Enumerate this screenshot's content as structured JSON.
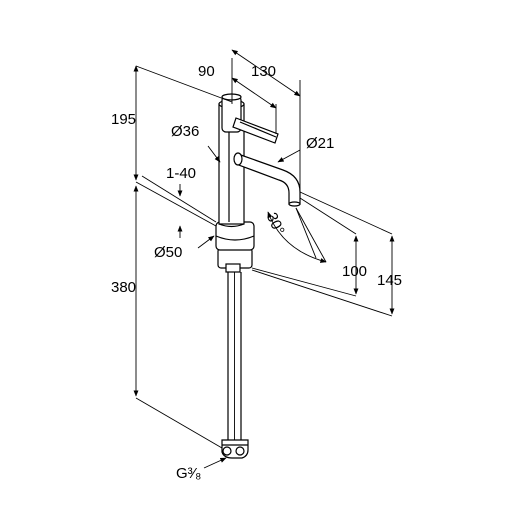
{
  "dimensions": {
    "top_width_90": "90",
    "top_width_130": "130",
    "height_195": "195",
    "body_diameter": "Ø36",
    "spout_diameter": "Ø21",
    "deck_range": "1-40",
    "angle": "30°",
    "base_diameter": "Ø50",
    "spout_height_100": "100",
    "spout_reach_145": "145",
    "hose_length_380": "380",
    "connection_thread": "G³⁄₈"
  }
}
